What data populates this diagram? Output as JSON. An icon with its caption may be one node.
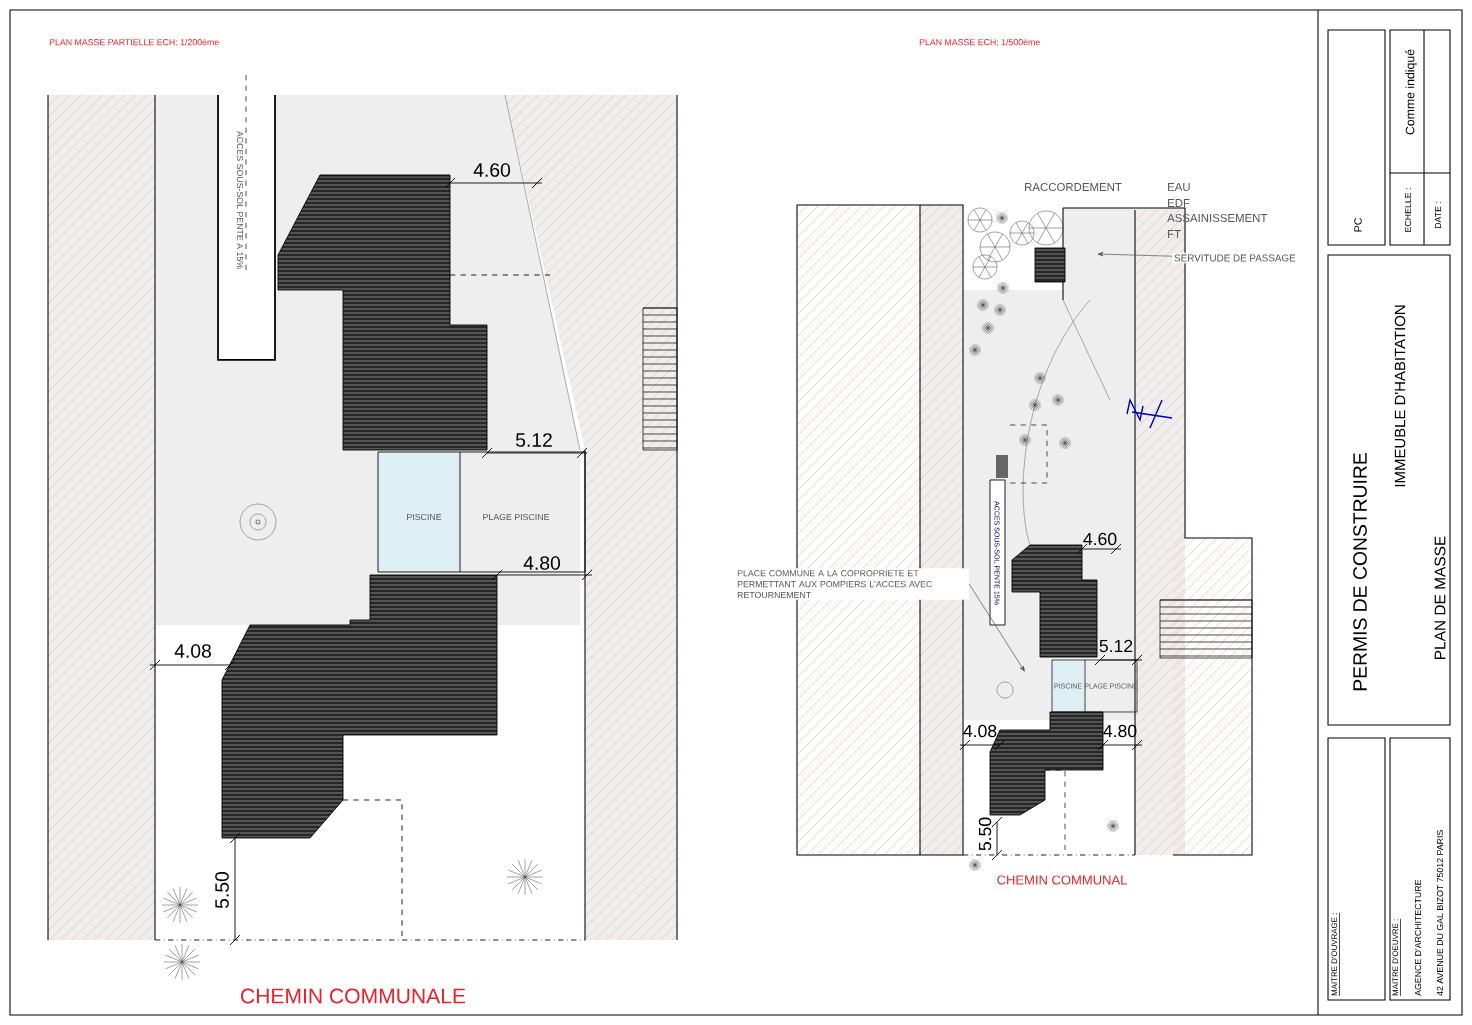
{
  "diagram": {
    "nodes": [
      {
        "text": [
          "SERVITUDE DE PASSAGE"
        ]
      },
      {
        "text": [
          "PLACE COMMUNE A LA COPROPRIETE ET PERMETTANT AUX POMPIERS L'ACCES AVEC RETOURNEMENT"
        ]
      }
    ],
    "edges": [
      {
        "from": 0,
        "to": null,
        "arrow": "to"
      },
      {
        "from": 1,
        "to": null,
        "arrow": "to"
      }
    ],
    "labels": [
      "PLAN MASSE PARTIELLE ECH: 1/200ème",
      "ACCES SOUS-SOL PENTE A 15%",
      "4.60",
      "5.12",
      "PISCINE",
      "PLAGE PISCINE",
      "4.80",
      "4.08",
      "5.50",
      "CHEMIN COMMUNALE",
      "PLAN MASSE ECH: 1/500ème",
      "RACCORDEMENT",
      "EAU",
      "EDF",
      "ASSAINISSEMENT",
      "FT",
      "ACCES SOUS-SOL PENTE 15%",
      "4.60",
      "5.12",
      "PISCINE",
      "PLAGE PISCINE",
      "4.08",
      "4.80",
      "5.50",
      "CHEMIN COMMUNAL",
      "PC",
      "ECHELLE :",
      "Comme indiqué",
      "DATE :",
      "PERMIS DE CONSTRUIRE",
      "IMMEUBLE D'HABITATION",
      "PLAN DE MASSE",
      "MAITRE D'OUVRAGE :",
      "MAITRE D'OEUVRE :",
      "AGENCE D'ARCHITECTURE",
      "42 AVENUE DU GAL BIZOT 75012 PARIS"
    ]
  }
}
